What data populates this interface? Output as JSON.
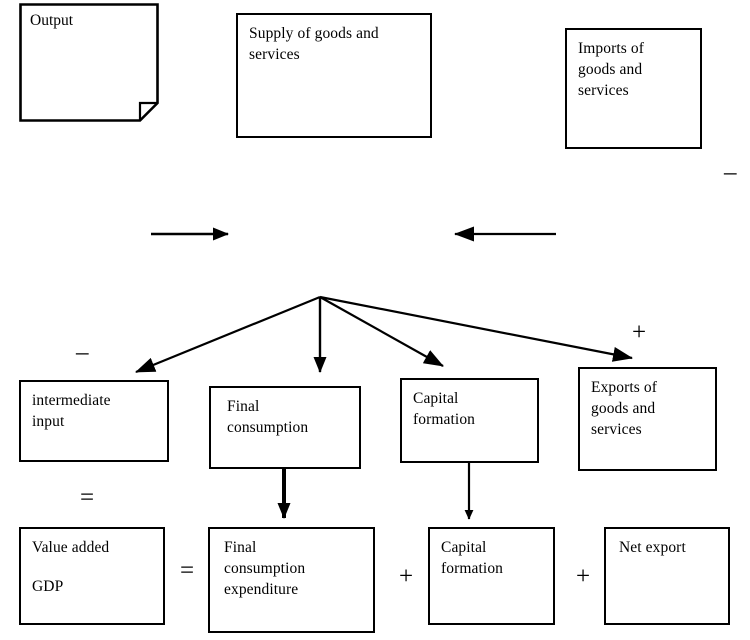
{
  "diagram": {
    "title": "GDP identity flow diagram",
    "background": "#ffffff",
    "line_color": "#000000",
    "text_color": "#000000"
  },
  "nodes": {
    "output": {
      "label": "Output",
      "shape": "document-folded-corner"
    },
    "supply": {
      "label": "Supply of goods and\nservices",
      "shape": "rectangle"
    },
    "imports": {
      "label": "Imports of\ngoods and\nservices",
      "shape": "rectangle"
    },
    "intermediate_input": {
      "label": "intermediate\ninput",
      "shape": "rectangle"
    },
    "final_consumption": {
      "label": "Final\nconsumption",
      "shape": "rectangle"
    },
    "capital_formation_mid": {
      "label": "Capital\nformation",
      "shape": "rectangle"
    },
    "exports": {
      "label": "Exports of\ngoods and\nservices",
      "shape": "rectangle"
    },
    "value_added": {
      "label": "Value added\n\nGDP",
      "shape": "rectangle"
    },
    "final_consumption_expenditure": {
      "label": "Final\nconsumption\nexpenditure",
      "shape": "rectangle"
    },
    "capital_formation_bottom": {
      "label": "Capital\nformation",
      "shape": "rectangle"
    },
    "net_export": {
      "label": "Net export",
      "shape": "rectangle"
    }
  },
  "operators": {
    "minus_imports": "–",
    "minus_intermediate": "–",
    "plus_exports": "+",
    "equals_value_added": "=",
    "equals_gdp": "=",
    "plus_capital": "+",
    "plus_net_export": "+"
  },
  "edges": [
    {
      "name": "supply-flow-right",
      "from": "output-side",
      "to": "supply-side",
      "style": "solid-arrow-right"
    },
    {
      "name": "imports-flow-left",
      "from": "imports-side",
      "to": "center",
      "style": "solid-arrow-left"
    },
    {
      "name": "branch-to-intermediate-input",
      "from": "branch-point",
      "to": "intermediate_input",
      "style": "arrow"
    },
    {
      "name": "branch-to-final-consumption",
      "from": "branch-point",
      "to": "final_consumption",
      "style": "arrow"
    },
    {
      "name": "branch-to-capital-formation",
      "from": "branch-point",
      "to": "capital_formation_mid",
      "style": "arrow"
    },
    {
      "name": "branch-to-exports",
      "from": "branch-point",
      "to": "exports",
      "style": "arrow"
    },
    {
      "name": "final-consumption-down",
      "from": "final_consumption",
      "to": "final_consumption_expenditure",
      "style": "thick-arrow-down"
    },
    {
      "name": "capital-formation-down",
      "from": "capital_formation_mid",
      "to": "capital_formation_bottom",
      "style": "thin-arrow-down"
    }
  ]
}
